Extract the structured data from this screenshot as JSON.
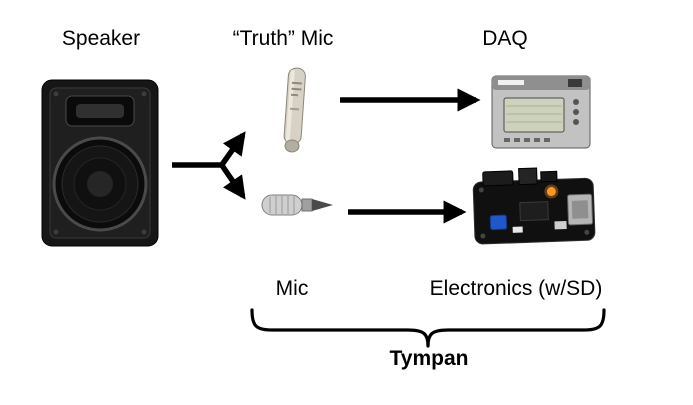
{
  "colors": {
    "background": "#ffffff",
    "arrow": "#000000",
    "text": "#000000"
  },
  "labels": {
    "speaker": "Speaker",
    "truth_mic": "“Truth” Mic",
    "daq": "DAQ",
    "mic": "Mic",
    "electronics": "Electronics (w/SD)",
    "tympan": "Tympan"
  },
  "images": {
    "speaker": "pa-loudspeaker",
    "truth_mic": "reference-measurement-mic",
    "daq": "daq-instrument",
    "mic": "tympan-microphone",
    "electronics": "tympan-circuit-board"
  },
  "connections": [
    {
      "from": "speaker",
      "to": "truth_mic"
    },
    {
      "from": "speaker",
      "to": "mic"
    },
    {
      "from": "truth_mic",
      "to": "daq"
    },
    {
      "from": "mic",
      "to": "electronics"
    }
  ],
  "group": {
    "label": "Tympan",
    "members": [
      "mic",
      "electronics"
    ]
  }
}
